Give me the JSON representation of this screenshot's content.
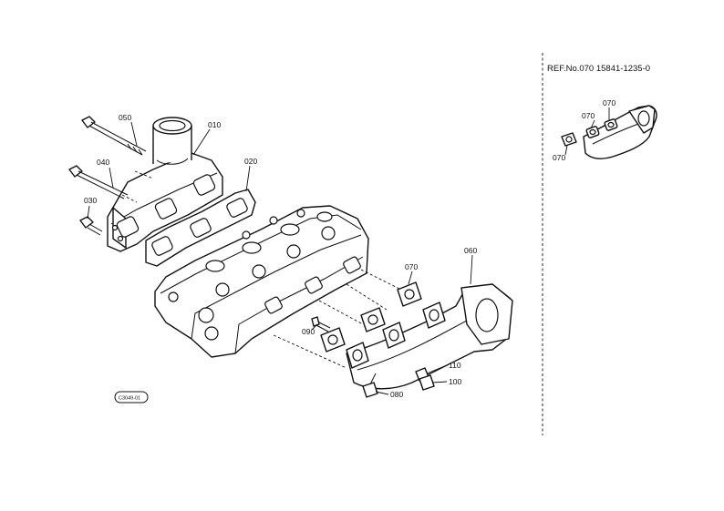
{
  "diagram": {
    "reference": {
      "text": "REF.No.070  15841-1235-0"
    },
    "labels": {
      "p010": "010",
      "p020": "020",
      "p030": "030",
      "p040": "040",
      "p050": "050",
      "p060": "060",
      "p070": "070",
      "p080": "080",
      "p090": "090",
      "p100": "100",
      "p110": "110",
      "ref_a": "070",
      "ref_b": "070",
      "ref_c": "070"
    },
    "stamp": "C3049-01"
  }
}
